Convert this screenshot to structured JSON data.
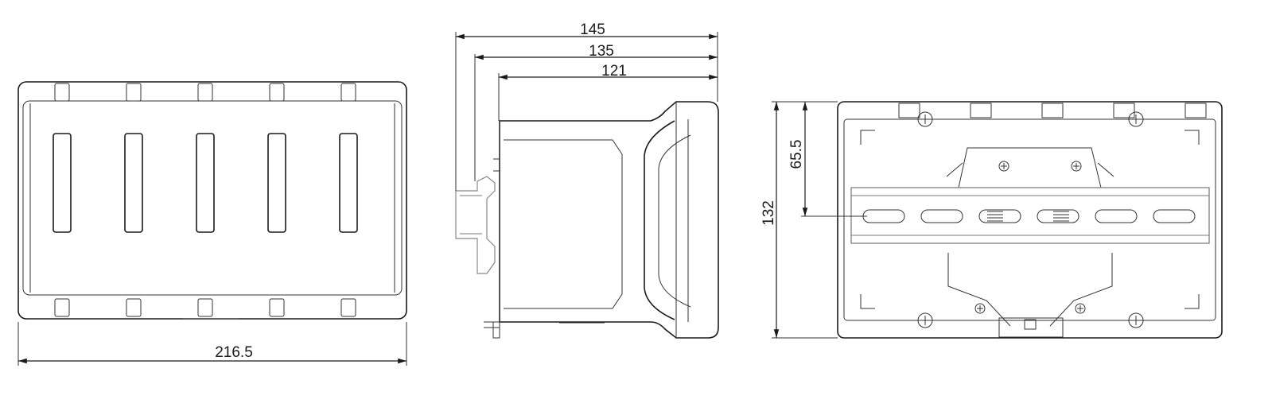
{
  "colors": {
    "ink": "#1a1a1a",
    "rail": "#888888",
    "background": "#ffffff"
  },
  "dimensions": {
    "front_width": "216.5",
    "side_overall": "145",
    "side_mid": "135",
    "side_inner": "121",
    "back_height": "132",
    "back_rail_height": "65.5"
  }
}
